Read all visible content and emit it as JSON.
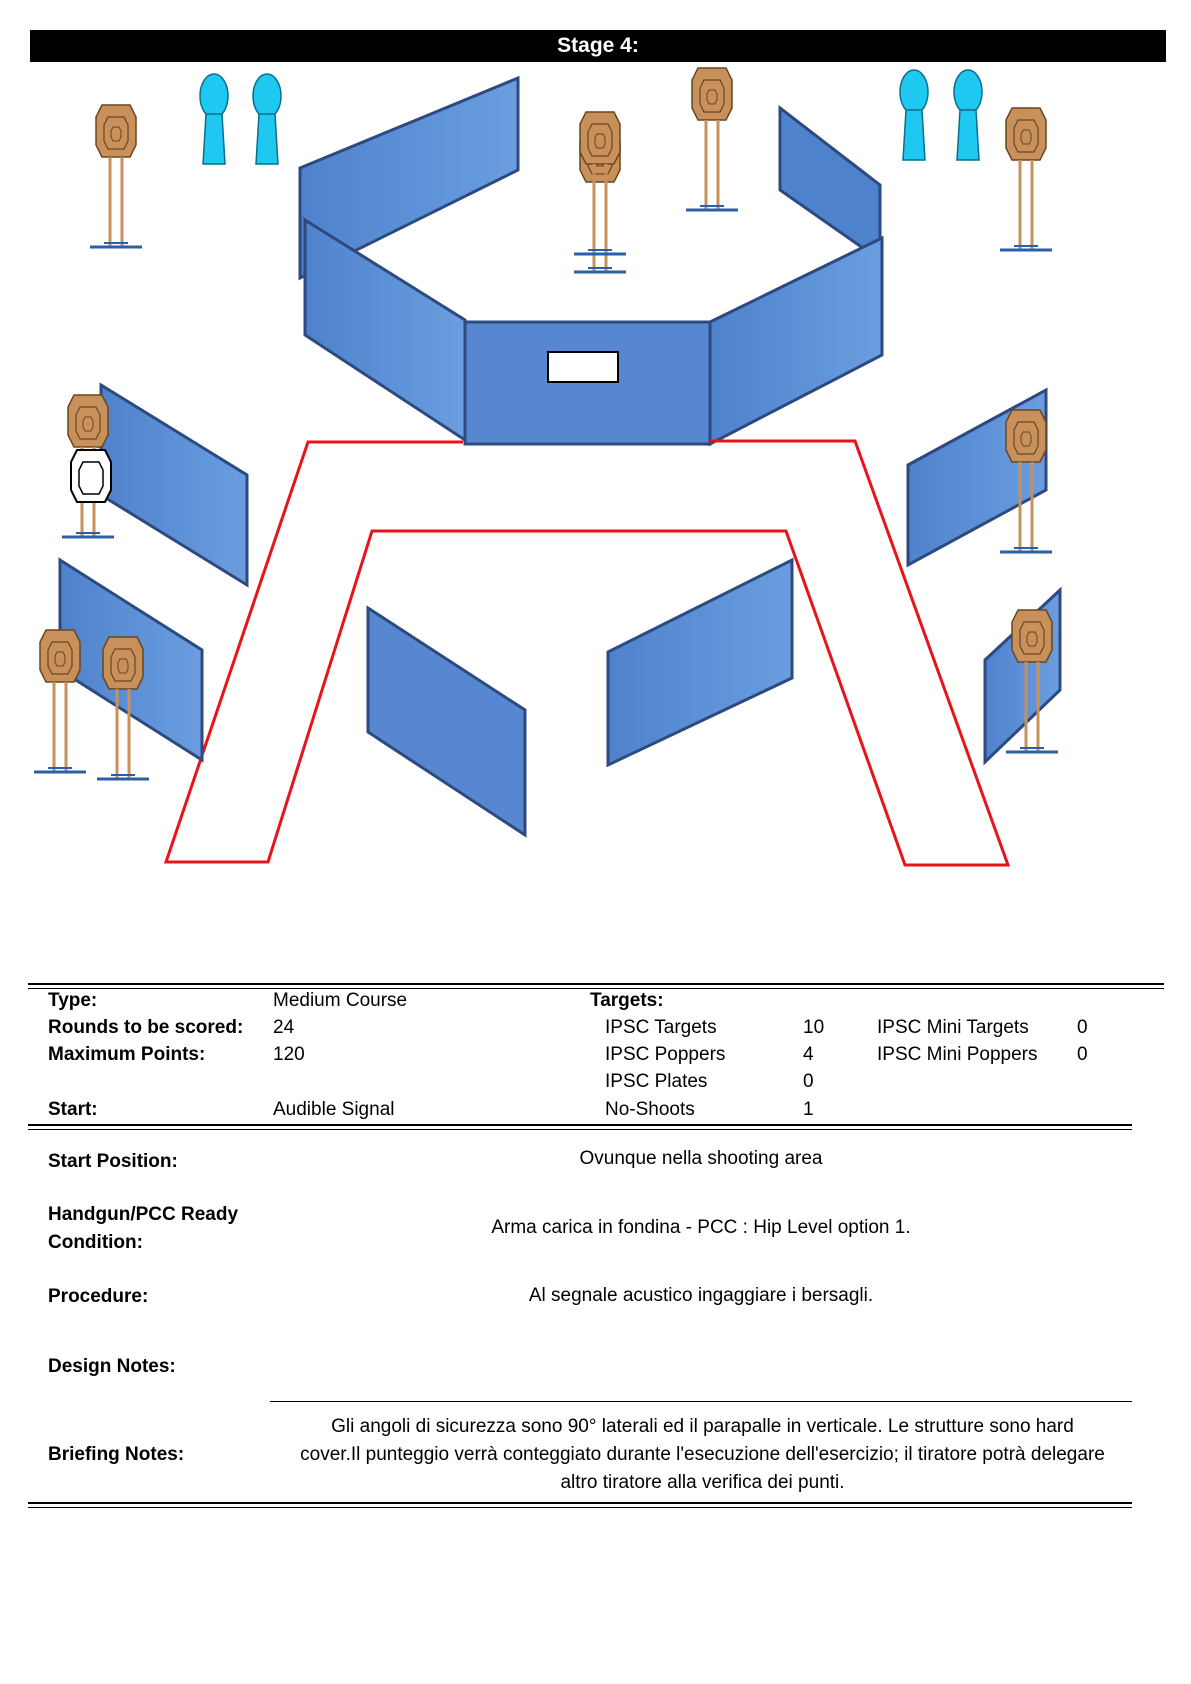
{
  "stage": {
    "title": "Stage 4:"
  },
  "colors": {
    "wall_front": "#5a8fd6",
    "wall_edge": "#2c4a80",
    "target": "#c8905a",
    "popper": "#1ec8f0",
    "fault_line": "#e8141c"
  },
  "info": {
    "type_label": "Type:",
    "type_value": "Medium Course",
    "rounds_label": "Rounds to be scored:",
    "rounds_value": "24",
    "points_label": "Maximum Points:",
    "points_value": "120",
    "start_label": "Start:",
    "start_value": "Audible Signal",
    "targets_label": "Targets:",
    "targets": [
      {
        "label": "IPSC Targets",
        "value": "10"
      },
      {
        "label": "IPSC Poppers",
        "value": "4"
      },
      {
        "label": "IPSC Plates",
        "value": "0"
      },
      {
        "label": "No-Shoots",
        "value": "1"
      }
    ],
    "mini_targets": [
      {
        "label": "IPSC Mini Targets",
        "value": "0"
      },
      {
        "label": "IPSC Mini Poppers",
        "value": "0"
      }
    ]
  },
  "details": {
    "start_position_label": "Start Position:",
    "start_position_value": "Ovunque nella shooting area",
    "ready_label_1": "Handgun/PCC Ready",
    "ready_label_2": "Condition:",
    "ready_value": "Arma carica in fondina - PCC : Hip Level option 1.",
    "procedure_label": "Procedure:",
    "procedure_value": "Al segnale acustico ingaggiare i bersagli.",
    "design_label": "Design Notes:",
    "design_value": "",
    "briefing_label": "Briefing Notes:",
    "briefing_value": "Gli angoli di sicurezza sono 90° laterali ed il parapalle in verticale. Le strutture sono hard cover.Il punteggio verrà conteggiato durante l'esecuzione dell'esercizio; il tiratore potrà delegare altro tiratore alla verifica  dei punti."
  }
}
